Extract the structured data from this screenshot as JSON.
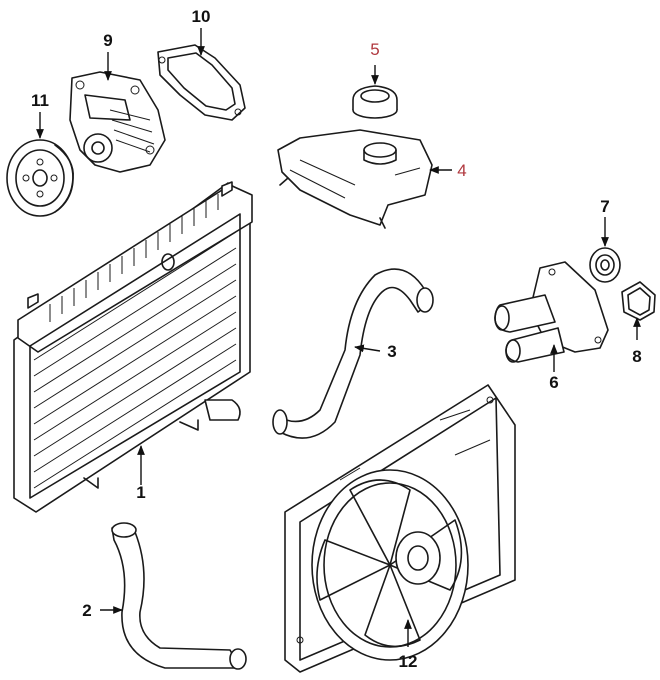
{
  "colors": {
    "line": "#1a1a1a",
    "highlight": "#b0383e",
    "background": "#ffffff"
  },
  "callouts": [
    {
      "id": "p1",
      "label": "1",
      "highlight": false
    },
    {
      "id": "p2",
      "label": "2",
      "highlight": false
    },
    {
      "id": "p3",
      "label": "3",
      "highlight": false
    },
    {
      "id": "p4",
      "label": "4",
      "highlight": true
    },
    {
      "id": "p5",
      "label": "5",
      "highlight": true
    },
    {
      "id": "p6",
      "label": "6",
      "highlight": false
    },
    {
      "id": "p7",
      "label": "7",
      "highlight": false
    },
    {
      "id": "p8",
      "label": "8",
      "highlight": false
    },
    {
      "id": "p9",
      "label": "9",
      "highlight": false
    },
    {
      "id": "p10",
      "label": "10",
      "highlight": false
    },
    {
      "id": "p11",
      "label": "11",
      "highlight": false
    },
    {
      "id": "p12",
      "label": "12",
      "highlight": false
    }
  ]
}
